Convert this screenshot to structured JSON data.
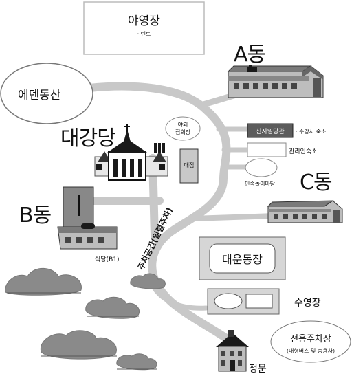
{
  "labels": {
    "campsite": "야영장",
    "campsite_sub": "· 텐트",
    "mountain": "에덴동산",
    "building_a": "A동",
    "building_b": "B동",
    "building_c": "C동",
    "main_hall": "대강당",
    "outdoor_hall_1": "야외",
    "outdoor_hall_2": "집회장",
    "store": "매점",
    "sinsa_hall": "신사임당관",
    "sinsa_sub": "· 주강사 숙소",
    "staff_lodge": "관리인숙소",
    "folk_yard": "민속놀이마당",
    "parking_road": "주차공간(일렬주차)",
    "cafeteria": "식당(B1)",
    "gym": "대운동장",
    "pool": "수영장",
    "main_gate": "정문",
    "parking_lot": "전용주차장",
    "parking_lot_sub": "(대형버스 및 승용차)"
  },
  "colors": {
    "road": "#c8c8c8",
    "building_roof": "#6e6e6e",
    "building_wall": "#bdbdbd",
    "dark": "#1a1a1a",
    "sinsa_fill": "#5c5c5c",
    "gym_fill": "#d6d6d6",
    "bush": "#8a8a8a"
  }
}
